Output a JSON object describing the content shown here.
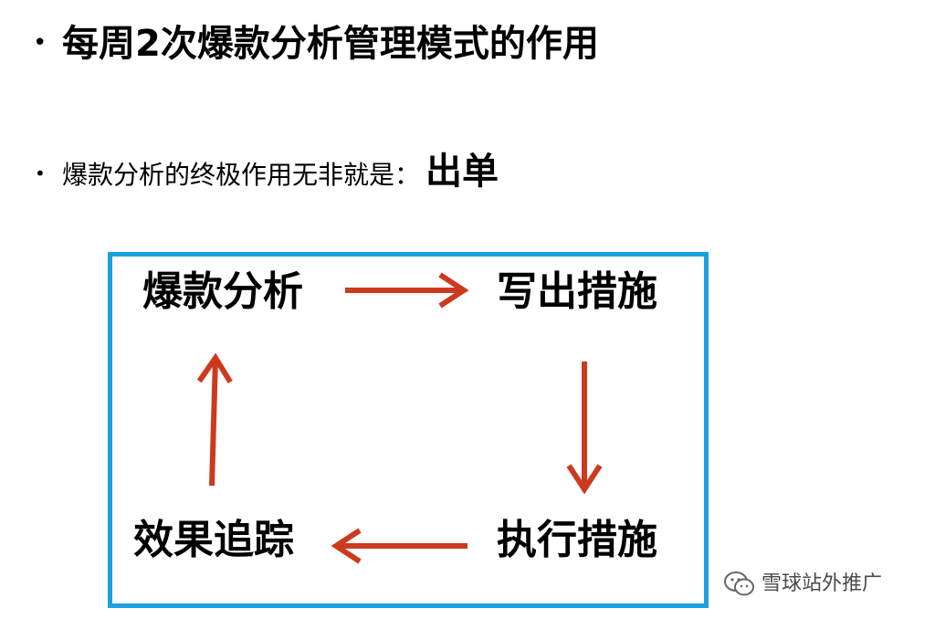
{
  "slide": {
    "title": "每周2次爆款分析管理模式的作用",
    "subtitle_text": "爆款分析的终极作用无非就是：",
    "subtitle_emphasis": "出单"
  },
  "cycle": {
    "nodes": {
      "top_left": "爆款分析",
      "top_right": "写出措施",
      "bottom_right": "执行措施",
      "bottom_left": "效果追踪"
    },
    "arrow_color": "#cc3a1e",
    "border_color": "#1ba1e2"
  },
  "watermark": {
    "text": "雪球站外推广",
    "icon": "wechat-icon"
  }
}
